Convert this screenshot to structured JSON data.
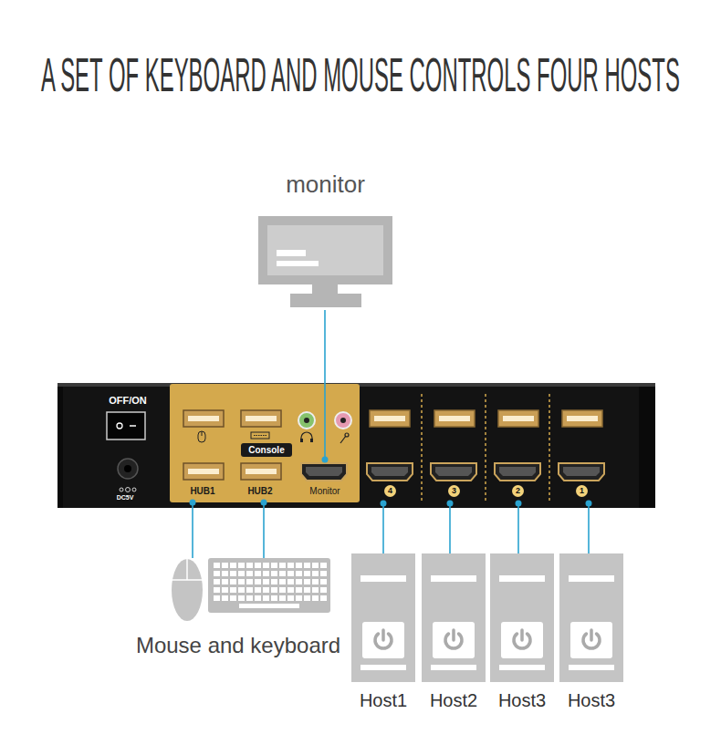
{
  "diagram": {
    "title": "A SET OF KEYBOARD AND MOUSE CONTROLS FOUR HOSTS",
    "nodes": [
      {
        "text": [
          "monitor"
        ]
      },
      {
        "text": [
          "OFF/ON"
        ]
      },
      {
        "text": [
          "Console",
          "HUB1",
          "HUB2"
        ],
        "in": 1
      },
      {
        "text": [
          "Monitor"
        ],
        "in": 2
      },
      {
        "text": [
          "4"
        ],
        "in": 1
      },
      {
        "text": [
          "3"
        ],
        "in": 1
      },
      {
        "text": [
          "2"
        ],
        "in": 1
      },
      {
        "text": [
          "1"
        ],
        "in": 1
      },
      {
        "text": [
          "Mouse and keyboard"
        ]
      },
      {
        "text": [
          "Host1"
        ]
      },
      {
        "text": [
          "Host2"
        ]
      },
      {
        "text": [
          "Host3"
        ]
      },
      {
        "text": [
          "Host3"
        ]
      }
    ],
    "edges": [
      {
        "from": 0,
        "to": 3,
        "arrow": "none"
      },
      {
        "from": 8,
        "to": 2,
        "arrow": "none"
      },
      {
        "from": 8,
        "to": 2,
        "arrow": "none"
      },
      {
        "from": 9,
        "to": 4,
        "arrow": "none"
      },
      {
        "from": 10,
        "to": 5,
        "arrow": "none"
      },
      {
        "from": 11,
        "to": 6,
        "arrow": "none"
      },
      {
        "from": 12,
        "to": 7,
        "arrow": "none"
      }
    ],
    "labels": [
      "DC5V"
    ]
  }
}
